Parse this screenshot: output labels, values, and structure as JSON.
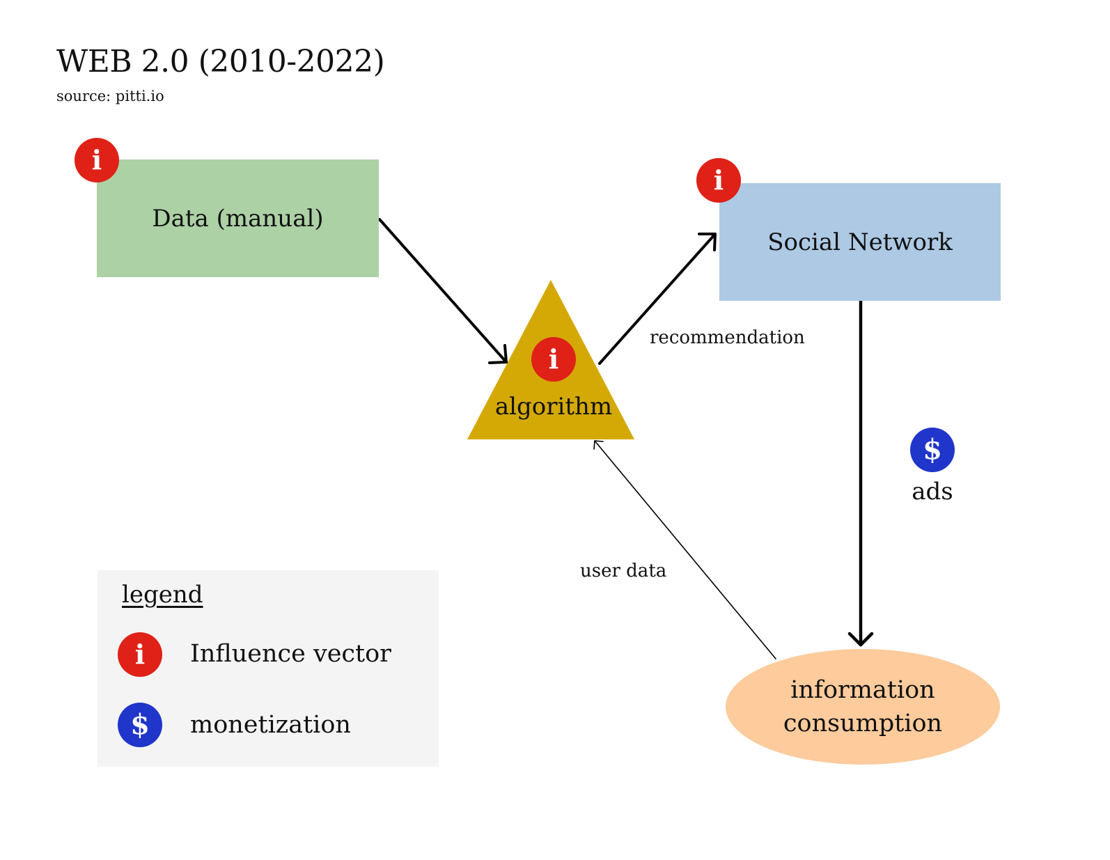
{
  "title": "WEB 2.0 (2010-2022)",
  "subtitle": "source: pitti.io",
  "nodes": {
    "data": "Data (manual)",
    "algorithm": "algorithm",
    "social": "Social Network",
    "consumption_line1": "information",
    "consumption_line2": "consumption"
  },
  "edges": {
    "recommendation": "recommendation",
    "user_data": "user data",
    "ads": "ads"
  },
  "legend": {
    "title": "legend",
    "influence": "Influence vector",
    "monetization": "monetization"
  },
  "icons": {
    "influence_symbol": "i",
    "money_symbol": "$",
    "influence_icon": "influence-vector-icon",
    "money_icon": "dollar-icon"
  },
  "colors": {
    "data_box": "#acd1a5",
    "social_box": "#adc9e4",
    "algorithm_triangle": "#d4a906",
    "consumption_ellipse": "#fdcb9c",
    "influence_badge": "#df2117",
    "money_badge": "#2035c9",
    "legend_bg": "#f4f4f4"
  }
}
